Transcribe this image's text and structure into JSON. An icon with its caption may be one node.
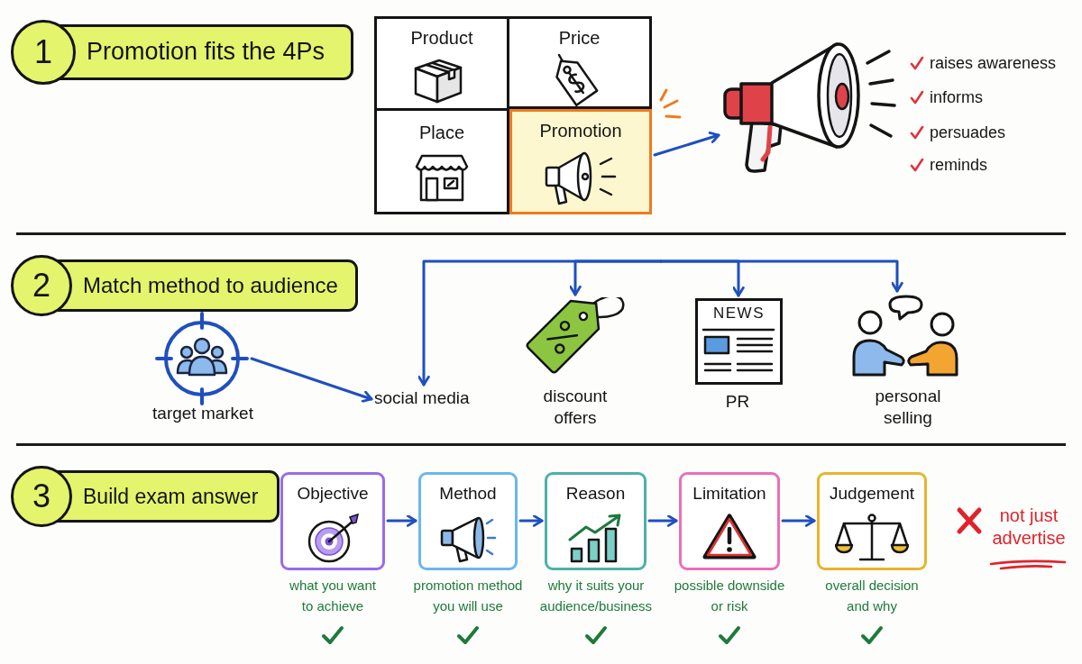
{
  "diagram": {
    "nodes": [
      {
        "text": [
          "1",
          "Promotion fits the 4Ps"
        ]
      },
      {
        "text": [
          "Product"
        ]
      },
      {
        "text": [
          "Price"
        ]
      },
      {
        "text": [
          "Place"
        ]
      },
      {
        "text": [
          "Promotion"
        ]
      },
      {
        "text": [],
        "shape": "picture"
      },
      {
        "text": [
          "2",
          "Match method to audience"
        ]
      },
      {
        "text": [],
        "shape": "picture",
        "beside": [
          "target market"
        ]
      },
      {
        "text": [
          "social media"
        ]
      },
      {
        "text": [],
        "shape": "picture",
        "beside": [
          "discount offers"
        ]
      },
      {
        "text": [
          "NEWS"
        ],
        "beside": [
          "PR"
        ]
      },
      {
        "text": [],
        "shape": "picture",
        "beside": [
          "personal selling"
        ]
      },
      {
        "text": [
          "3",
          "Build exam answer"
        ]
      },
      {
        "text": [
          "Objective"
        ],
        "beside": [
          "what you want to achieve"
        ]
      },
      {
        "text": [
          "Method"
        ],
        "beside": [
          "promotion method you will use"
        ]
      },
      {
        "text": [
          "Reason"
        ],
        "beside": [
          "why it suits your audience/business"
        ]
      },
      {
        "text": [
          "Limitation"
        ],
        "beside": [
          "possible downside or risk"
        ]
      },
      {
        "text": [
          "Judgement"
        ],
        "beside": [
          "overall decision and why"
        ]
      }
    ],
    "edges": [
      {
        "from": 4,
        "to": 5,
        "arrow": "to"
      },
      {
        "from": 7,
        "to": 8,
        "arrow": "to"
      },
      {
        "from": null,
        "to": 8,
        "arrow": "to"
      },
      {
        "from": null,
        "to": 9,
        "arrow": "to"
      },
      {
        "from": null,
        "to": 10,
        "arrow": "to"
      },
      {
        "from": null,
        "to": 11,
        "arrow": "to"
      },
      {
        "from": 13,
        "to": 14,
        "arrow": "to"
      },
      {
        "from": 14,
        "to": 15,
        "arrow": "to"
      },
      {
        "from": 15,
        "to": 16,
        "arrow": "to"
      },
      {
        "from": 16,
        "to": 17,
        "arrow": "to"
      }
    ],
    "labels": [
      "raises awareness",
      "informs",
      "persuades",
      "reminds",
      "not just advertise"
    ]
  }
}
